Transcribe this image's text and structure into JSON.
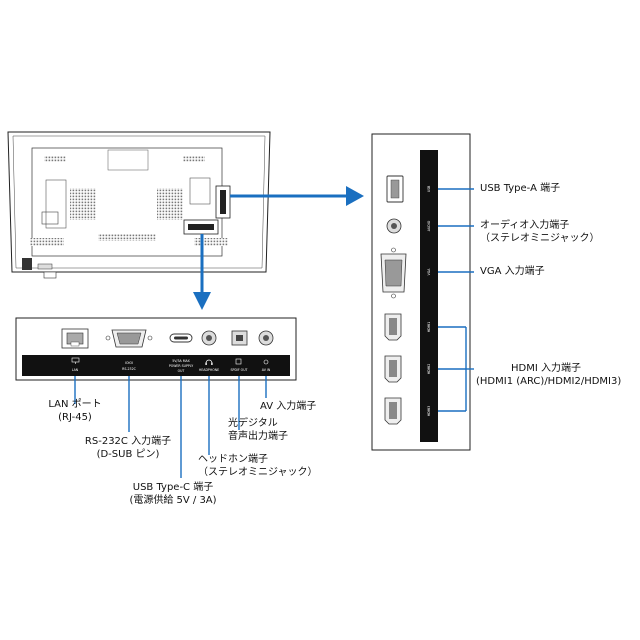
{
  "colors": {
    "arrow": "#1a6fc0",
    "panel": "#111111",
    "outline": "#222222"
  },
  "bottom_panel": {
    "ports": [
      {
        "id": "lan",
        "icon": "lan-port-icon",
        "strip_label": "LAN"
      },
      {
        "id": "rs232c",
        "icon": "rs232c-port-icon",
        "strip_label": "RS-232C",
        "strip_sub": "IOIOI"
      },
      {
        "id": "usbc",
        "icon": "usb-type-c-port-icon",
        "strip_label": "POWER SUPPLY",
        "strip_sub": "OUT",
        "strip_top": "5V/3A MAX"
      },
      {
        "id": "headphone",
        "icon": "headphone-jack-icon",
        "strip_label": "HEADPHONE"
      },
      {
        "id": "spdif",
        "icon": "spdif-port-icon",
        "strip_label": "SPDIF OUT"
      },
      {
        "id": "av",
        "icon": "av-jack-icon",
        "strip_label": "AV IN"
      }
    ]
  },
  "side_panel": {
    "ports": [
      {
        "id": "usba",
        "icon": "usb-type-a-port-icon",
        "strip_label": "USB"
      },
      {
        "id": "audio",
        "icon": "audio-jack-icon",
        "strip_label": "AUDIO"
      },
      {
        "id": "vga",
        "icon": "vga-port-icon",
        "strip_label": "VGA"
      },
      {
        "id": "hdmi1",
        "icon": "hdmi-port-icon",
        "strip_label": "HDMI1"
      },
      {
        "id": "hdmi2",
        "icon": "hdmi-port-icon",
        "strip_label": "HDMI2"
      },
      {
        "id": "hdmi3",
        "icon": "hdmi-port-icon",
        "strip_label": "HDMI3"
      }
    ]
  },
  "labels": {
    "usb_a": "USB Type-A 端子",
    "audio_in": [
      "オーディオ入力端子",
      "（ステレオミニジャック）"
    ],
    "vga": "VGA 入力端子",
    "hdmi": [
      "HDMI 入力端子",
      "(HDMI1 (ARC)/HDMI2/HDMI3)"
    ],
    "lan": [
      "LAN ポート",
      "(RJ-45)"
    ],
    "rs232c": [
      "RS-232C 入力端子",
      "(D-SUB ピン)"
    ],
    "usb_c": [
      "USB Type-C 端子",
      "(電源供給 5V / 3A)"
    ],
    "headphone": [
      "ヘッドホン端子",
      "（ステレオミニジャック）"
    ],
    "optical": [
      "光デジタル",
      "音声出力端子"
    ],
    "av": "AV 入力端子"
  }
}
